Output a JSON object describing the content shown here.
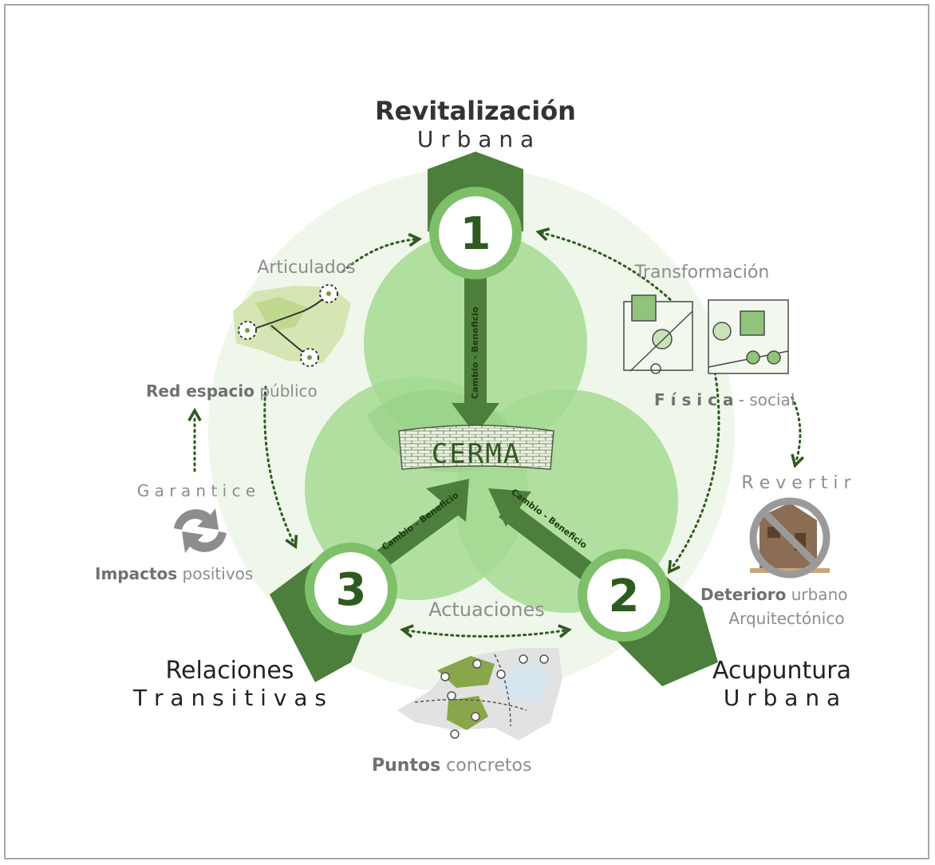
{
  "nodes": {
    "n1": {
      "number": "1",
      "title": "Revitalización",
      "subtitle": "U r b a n a"
    },
    "n2": {
      "number": "2",
      "title": "Acupuntura",
      "subtitle": "U r b a n a"
    },
    "n3": {
      "number": "3",
      "title": "Relaciones",
      "subtitle": "T r a n s i t i v a s"
    }
  },
  "center": {
    "label": "CERMA"
  },
  "arrows": {
    "a1": "Cambio - Beneficio",
    "a2": "Cambio - Beneficio",
    "a3": "Cambio - Beneficio"
  },
  "annotations": {
    "articulados": "Articulados",
    "red_bold": "Red espacio",
    "red_light": " público",
    "garantice": "G a r a n t i c e",
    "impactos_bold": "Impactos",
    "impactos_light": " positivos",
    "transformacion": "Transformación",
    "fisica_bold": "F í s i c a",
    "fisica_light": " - social",
    "revertir": "R e v e r t i r",
    "deterioro_bold": "Deterioro",
    "deterioro_light": " urbano",
    "arquitectonico": "Arquitectónico",
    "actuaciones": "Actuaciones",
    "puntos_bold": "Puntos",
    "puntos_light": " concretos"
  },
  "colors": {
    "dark_green": "#4c7f3c",
    "mid_green": "#7fbf6a",
    "light_green": "#a5da93",
    "pale_green": "#e8f4e1",
    "number_green": "#2f5a1f",
    "gray_text": "#8d8d8d"
  }
}
